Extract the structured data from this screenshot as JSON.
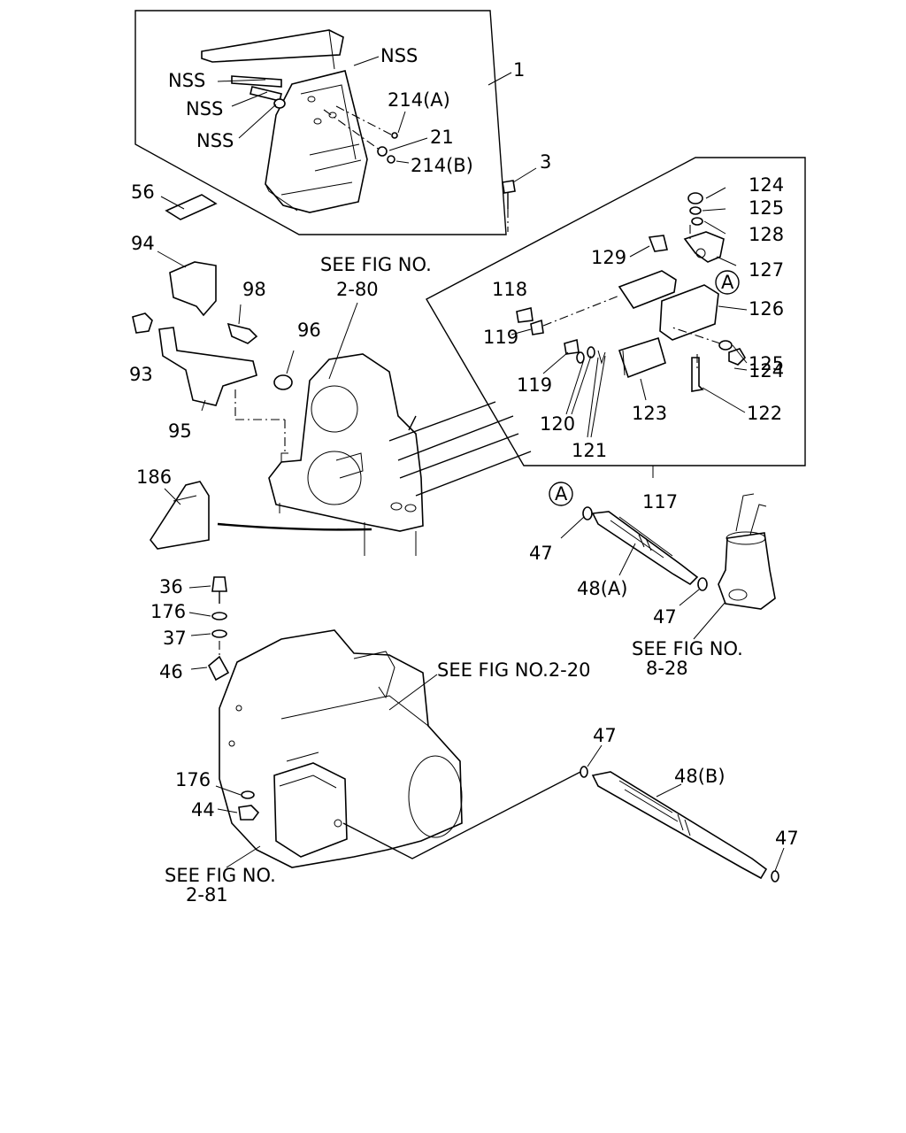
{
  "labels": {
    "l1": "1",
    "l3": "3",
    "nss1": "NSS",
    "nss2": "NSS",
    "nss3": "NSS",
    "nss4": "NSS",
    "l214a": "214(A)",
    "l21": "21",
    "l214b": "214(B)",
    "l56": "56",
    "l94": "94",
    "l98": "98",
    "l93": "93",
    "l95": "95",
    "l96": "96",
    "see280a": "SEE FIG NO.",
    "see280b": "2-80",
    "l118": "118",
    "l119a": "119",
    "l119b": "119",
    "l120": "120",
    "l121": "121",
    "l123": "123",
    "l122": "122",
    "l124a": "124",
    "l125a": "125",
    "l128": "128",
    "l129": "129",
    "l127": "127",
    "l126": "126",
    "l125b": "125",
    "l124b": "124",
    "l117": "117",
    "circleA1": "A",
    "circleA2": "A",
    "l186": "186",
    "l47a": "47",
    "l48a": "48(A)",
    "l47b": "47",
    "see828a": "SEE FIG NO.",
    "see828b": "8-28",
    "l36": "36",
    "l176a": "176",
    "l37": "37",
    "l46": "46",
    "see220": "SEE FIG NO.2-20",
    "l47c": "47",
    "l48b": "48(B)",
    "l47d": "47",
    "l176b": "176",
    "l44": "44",
    "see281a": "SEE FIG NO.",
    "see281b": "2-81"
  }
}
